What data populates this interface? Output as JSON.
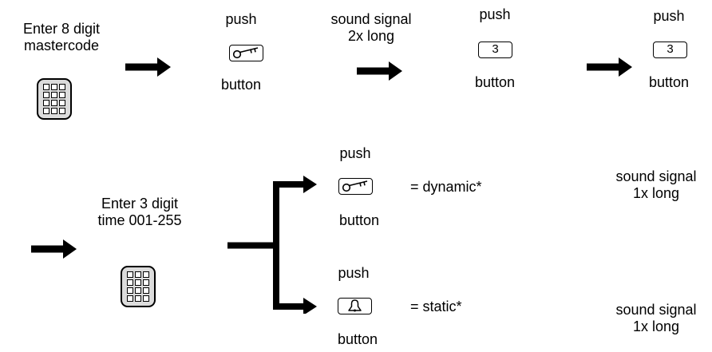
{
  "top_row": {
    "step1_line1": "Enter 8 digit",
    "step1_line2": "mastercode",
    "push1": "push",
    "button1": "button",
    "signal_line1": "sound signal",
    "signal_line2": "2x long",
    "push2": "push",
    "key2_label": "3",
    "button2": "button",
    "push3": "push",
    "key3_label": "3",
    "button3": "button"
  },
  "bottom_row": {
    "step_line1": "Enter 3 digit",
    "step_line2": "time 001-255",
    "dynamic_push": "push",
    "dynamic_button": "button",
    "dynamic_result": "= dynamic*",
    "dynamic_signal_line1": "sound signal",
    "dynamic_signal_line2": "1x long",
    "static_push": "push",
    "static_button": "button",
    "static_result": "= static*",
    "static_signal_line1": "sound signal",
    "static_signal_line2": "1x long"
  },
  "icons": {
    "keypad": "keypad-icon",
    "key": "key-icon",
    "bell": "bell-icon",
    "arrow": "right-arrow"
  }
}
